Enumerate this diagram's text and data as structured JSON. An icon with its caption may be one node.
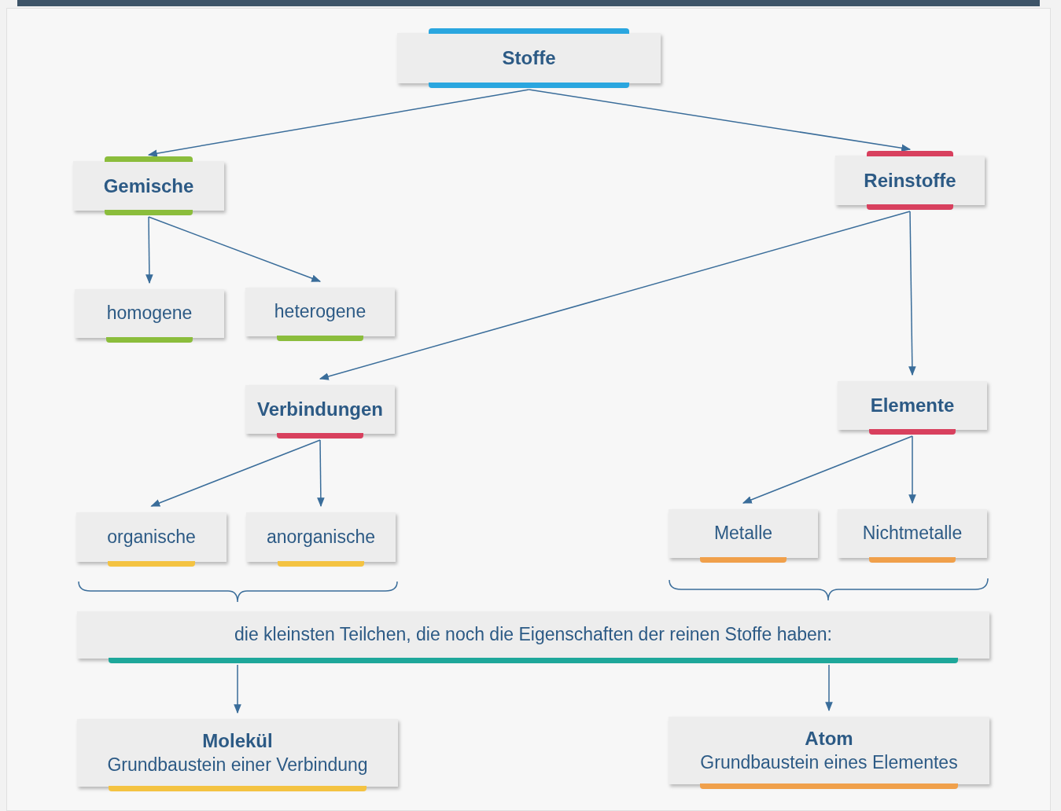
{
  "diagram": {
    "nodes": [
      {
        "text": [
          "Stoffe"
        ]
      },
      {
        "text": [
          "Gemische"
        ]
      },
      {
        "text": [
          "Reinstoffe"
        ]
      },
      {
        "text": [
          "homogene"
        ]
      },
      {
        "text": [
          "heterogene"
        ]
      },
      {
        "text": [
          "Verbindungen"
        ]
      },
      {
        "text": [
          "Elemente"
        ]
      },
      {
        "text": [
          "organische"
        ]
      },
      {
        "text": [
          "anorganische"
        ]
      },
      {
        "text": [
          "Metalle"
        ]
      },
      {
        "text": [
          "Nichtmetalle"
        ]
      },
      {
        "text": [
          "die kleinsten Teilchen, die noch die Eigenschaften der reinen Stoffe haben:"
        ]
      },
      {
        "text": [
          "Molekül",
          "Grundbaustein einer Verbindung"
        ]
      },
      {
        "text": [
          "Atom",
          "Grundbaustein eines Elementes"
        ]
      }
    ],
    "edges": [
      {
        "from": 0,
        "to": 1,
        "arrow": "to"
      },
      {
        "from": 0,
        "to": 2,
        "arrow": "to"
      },
      {
        "from": 1,
        "to": 3,
        "arrow": "to"
      },
      {
        "from": 1,
        "to": 4,
        "arrow": "to"
      },
      {
        "from": 2,
        "to": 5,
        "arrow": "to"
      },
      {
        "from": 2,
        "to": 6,
        "arrow": "to"
      },
      {
        "from": 5,
        "to": 7,
        "arrow": "to"
      },
      {
        "from": 5,
        "to": 8,
        "arrow": "to"
      },
      {
        "from": 6,
        "to": 9,
        "arrow": "to"
      },
      {
        "from": 6,
        "to": 10,
        "arrow": "to"
      },
      {
        "from": 11,
        "to": 12,
        "arrow": "to"
      },
      {
        "from": 11,
        "to": 13,
        "arrow": "to"
      }
    ]
  }
}
